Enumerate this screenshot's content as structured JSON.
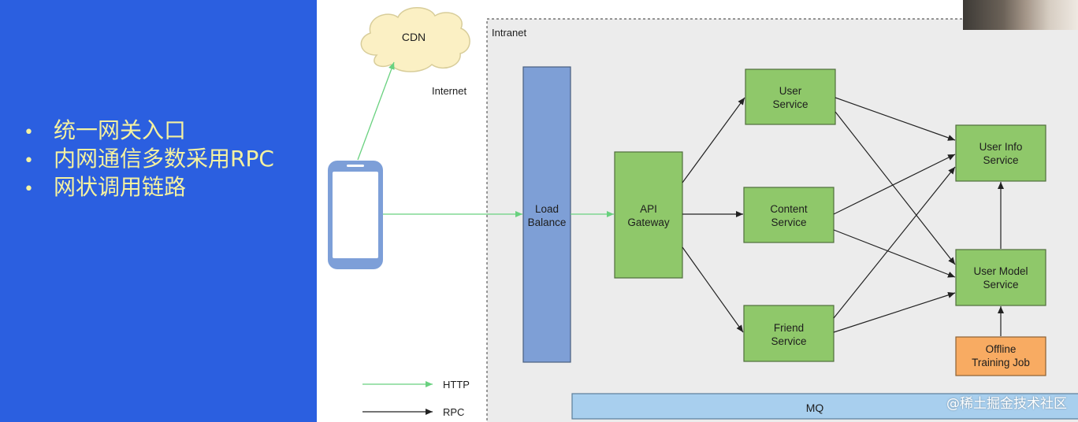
{
  "slide": {
    "bullets": [
      "统一网关入口",
      "内网通信多数采用RPC",
      "网状调用链路"
    ],
    "bullet_symbol": "•"
  },
  "diagram": {
    "cdn": "CDN",
    "internet": "Internet",
    "intranet": "Intranet",
    "load_balance": [
      "Load",
      "Balance"
    ],
    "api_gateway": [
      "API",
      "Gateway"
    ],
    "user_service": [
      "User",
      "Service"
    ],
    "content_service": [
      "Content",
      "Service"
    ],
    "friend_service": [
      "Friend",
      "Service"
    ],
    "user_info_service": [
      "User Info",
      "Service"
    ],
    "user_model_service": [
      "User Model",
      "Service"
    ],
    "offline_training_job": [
      "Offline",
      "Training Job"
    ],
    "mq": "MQ",
    "legend": {
      "http": "HTTP",
      "rpc": "RPC"
    }
  },
  "colors": {
    "slide_blue": "#2b5fe0",
    "bullet_text": "#f4f1a0",
    "service_green": "#8fc86a",
    "load_balancer_blue": "#7e9fd6",
    "mq_blue": "#a8cfee",
    "offline_orange": "#f8ab62",
    "cdn_yellow": "#fbf0c4",
    "http_arrow": "#69d17f",
    "rpc_arrow": "#222222"
  },
  "watermark": "@稀土掘金技术社区"
}
